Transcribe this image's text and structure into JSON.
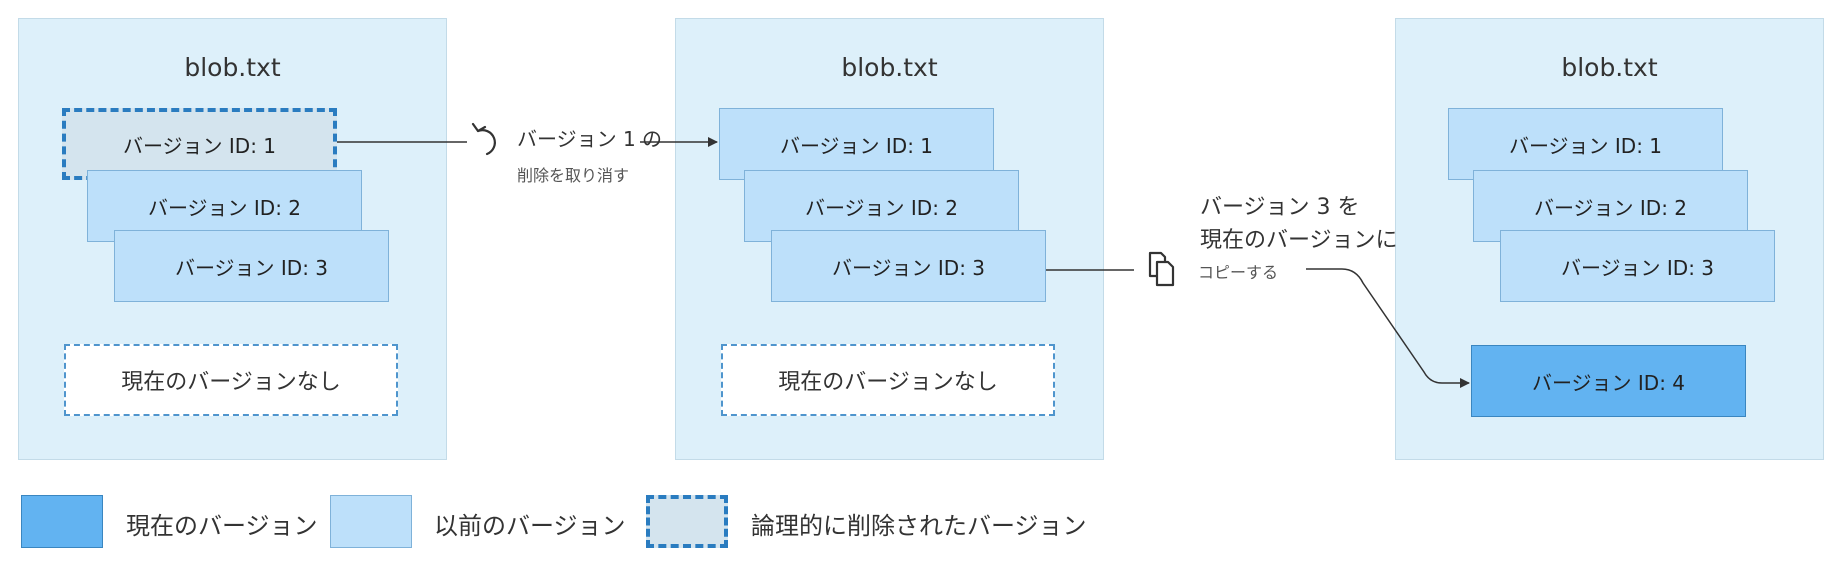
{
  "panels": [
    {
      "title": "blob.txt",
      "versions": [
        "バージョン ID: 1",
        "バージョン ID: 2",
        "バージョン ID: 3"
      ],
      "no_current": "現在のバージョンなし"
    },
    {
      "title": "blob.txt",
      "versions": [
        "バージョン ID: 1",
        "バージョン ID: 2",
        "バージョン ID: 3"
      ],
      "no_current": "現在のバージョンなし"
    },
    {
      "title": "blob.txt",
      "versions": [
        "バージョン ID: 1",
        "バージョン ID: 2",
        "バージョン ID: 3"
      ],
      "current": "バージョン ID: 4"
    }
  ],
  "actions": {
    "undelete": {
      "line1": "バージョン 1 の",
      "line2": "削除を取り消す",
      "icon": "undo-icon"
    },
    "copy": {
      "line1": "バージョン 3 を",
      "line2": "現在のバージョンに",
      "line3": "コピーする",
      "icon": "copy-icon"
    }
  },
  "legend": [
    {
      "label": "現在のバージョン",
      "color": "#62b3f1"
    },
    {
      "label": "以前のバージョン",
      "color": "#bde0fa"
    },
    {
      "label": "論理的に削除されたバージョン",
      "color": "#d4e4ee"
    }
  ]
}
